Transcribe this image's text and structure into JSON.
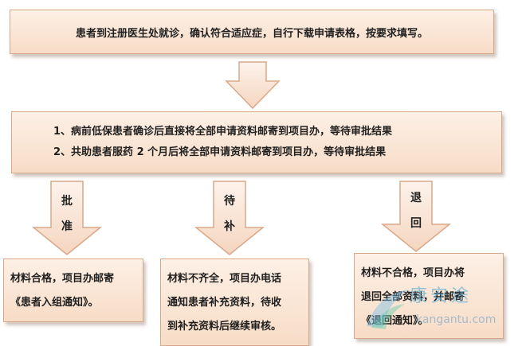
{
  "steps": {
    "step1": "患者到注册医生处就诊，确认符合适应症，自行下载申请表格，按要求填写。",
    "step2_line1": "1、病前低保患者确诊后直接将全部申请资料邮寄到项目办，等待审批结果",
    "step2_line2": "2、共助患者服药 2 个月后将全部申请资料邮寄到项目办，等待审批结果"
  },
  "branches": {
    "approve": {
      "label_top": "批",
      "label_bottom": "准",
      "line1": "材料合格，项目办邮寄",
      "line2": "《患者入组通知》。"
    },
    "pending": {
      "label_top": "待",
      "label_bottom": "补",
      "line1": "材料不齐全，项目办电话",
      "line2": "通知患者补充资料，待收",
      "line3": "到补充资料后继续审核。"
    },
    "reject": {
      "label_top": "退",
      "label_bottom": "回",
      "line1": "材料不合格，项目办将",
      "line2": "退回全部资料，并邮寄",
      "line3": "《退回通知》。"
    }
  },
  "watermark": {
    "title": "康安途",
    "url": "kangantu.com"
  },
  "colors": {
    "box_fill": "#f7dcc6",
    "box_border": "#d9a88a",
    "arrow_fill": "#fbe9dc"
  }
}
